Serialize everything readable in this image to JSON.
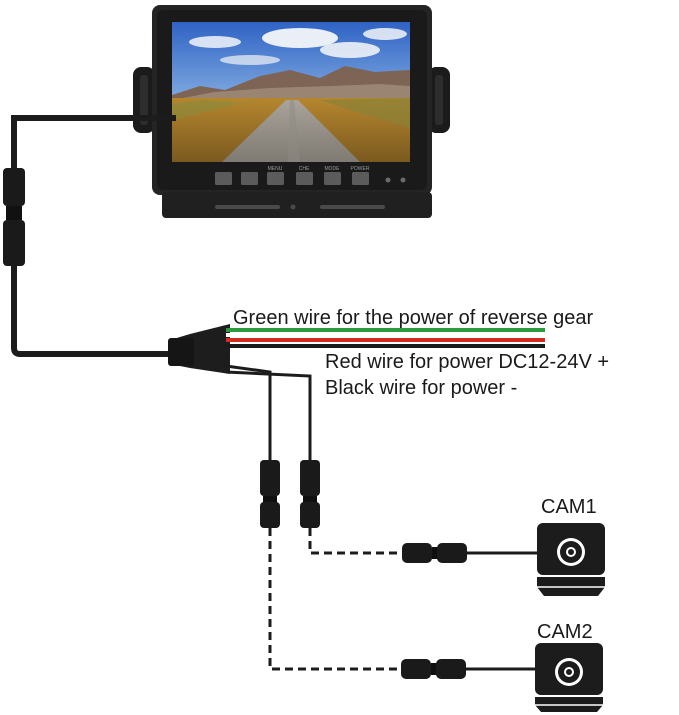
{
  "monitor": {
    "buttons": [
      "",
      "",
      "MENU",
      "CHE",
      "MODE",
      "POWER"
    ]
  },
  "wires": {
    "green_label": "Green wire for the power of reverse gear",
    "red_label": "Red wire for power  DC12-24V +",
    "black_label": "Black wire for power -",
    "colors": {
      "green": "#2e9a3e",
      "white": "#ffffff",
      "red": "#d12a1f",
      "black": "#1a1a1a"
    }
  },
  "cameras": [
    {
      "label": "CAM1"
    },
    {
      "label": "CAM2"
    }
  ]
}
